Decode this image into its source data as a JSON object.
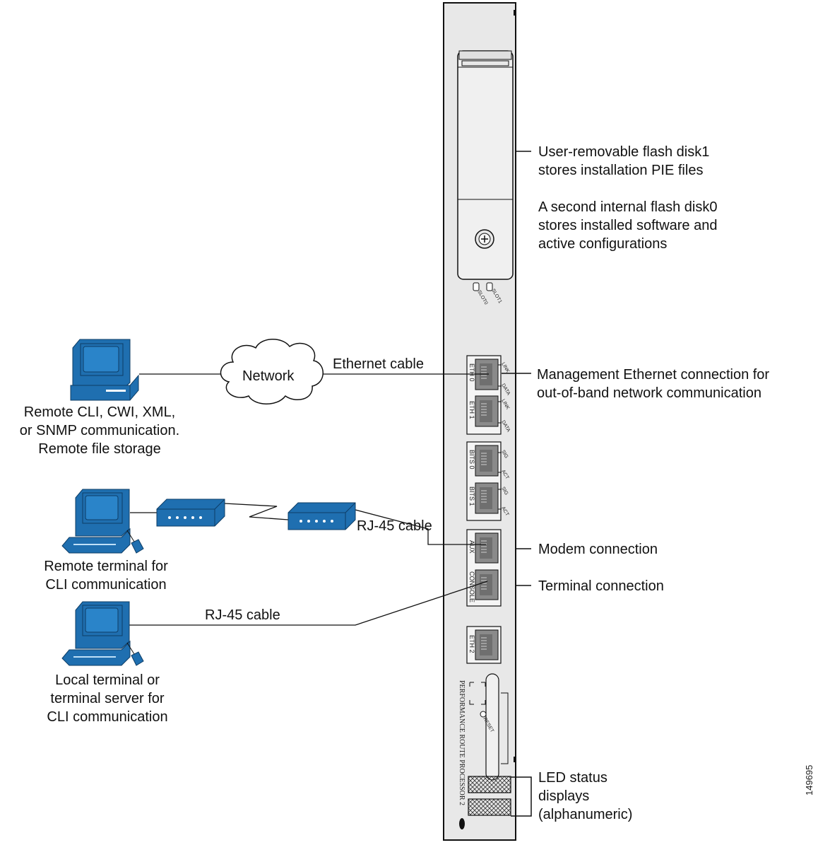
{
  "callouts": {
    "flash_disk1_line1": "User-removable flash disk1",
    "flash_disk1_line2": "stores installation PIE files",
    "flash_disk0_line1": "A second internal flash disk0",
    "flash_disk0_line2": "stores installed software and",
    "flash_disk0_line3": "active configurations",
    "mgmt_eth_line1": "Management Ethernet connection for",
    "mgmt_eth_line2": "out-of-band network communication",
    "modem": "Modem connection",
    "terminal": "Terminal connection",
    "led_line1": "LED status",
    "led_line2": "displays",
    "led_line3": "(alphanumeric)"
  },
  "cables": {
    "ethernet": "Ethernet cable",
    "rj45_modem": "RJ-45 cable",
    "rj45_local": "RJ-45 cable"
  },
  "network": {
    "label": "Network"
  },
  "remote_cli": {
    "line1": "Remote CLI, CWI, XML,",
    "line2": "or SNMP communication.",
    "line3": "Remote file storage"
  },
  "remote_terminal": {
    "line1": "Remote terminal for",
    "line2": "CLI communication"
  },
  "local_terminal": {
    "line1": "Local terminal or",
    "line2": "terminal server for",
    "line3": "CLI communication"
  },
  "panel": {
    "slot0": "SLOT0",
    "slot1": "SLOT1",
    "eth0": "ETH 0",
    "eth1": "ETH 1",
    "bits0": "BITS 0",
    "bits1": "BITS 1",
    "aux": "AUX",
    "console": "CONSOLE",
    "eth2": "ETH 2",
    "link": "LINK",
    "data": "DATA",
    "sig": "SIG",
    "act": "ACT",
    "reset": "RESET",
    "product": "PERFORMANCE ROUTE PROCESSOR 2"
  },
  "figure_id": "149695",
  "colors": {
    "device_blue": "#1f6fb0",
    "port_gray": "#8a8a8a",
    "line": "#111111"
  }
}
